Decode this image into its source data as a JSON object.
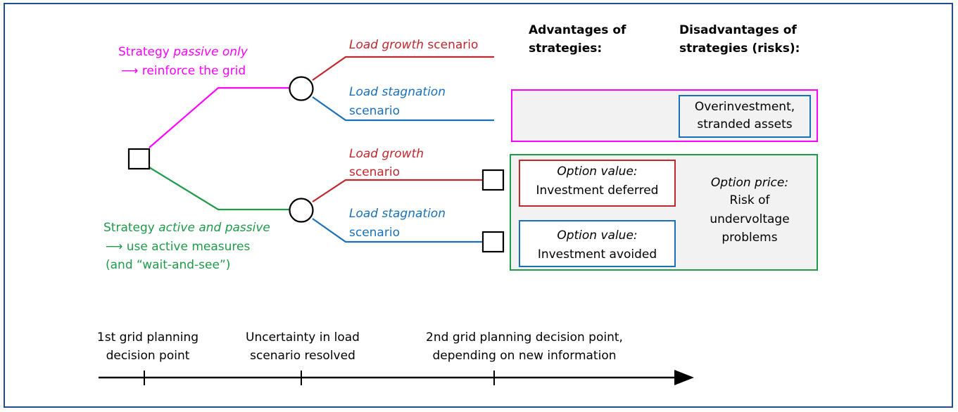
{
  "colors": {
    "frame": "#1f4e8c",
    "passive": "#ff00ff",
    "active": "#1e9a48",
    "growth": "#c0272d",
    "stagnation": "#1a70b8",
    "panel": "#f2f2f2"
  },
  "strategies": {
    "passive": {
      "prefix": "Strategy ",
      "name": "passive only",
      "arrow": "⟶",
      "action": "reinforce the grid"
    },
    "active": {
      "prefix": "Strategy ",
      "name": "active and passive",
      "arrow": "⟶",
      "action": "use active measures",
      "note": "(and “wait-and-see”)"
    }
  },
  "scenarios": {
    "upper_growth": {
      "italic": "Load growth",
      "rest": " scenario"
    },
    "upper_stagnation": {
      "line1": "Load stagnation",
      "line2": "scenario"
    },
    "lower_growth": {
      "line1": "Load growth",
      "line2": "scenario"
    },
    "lower_stagnation": {
      "line1": "Load stagnation",
      "line2": "scenario"
    }
  },
  "headers": {
    "advantages": [
      "Advantages of",
      "strategies:"
    ],
    "disadvantages": [
      "Disadvantages of",
      "strategies (risks):"
    ]
  },
  "outcomes": {
    "overinvestment": [
      "Overinvestment,",
      "stranded assets"
    ],
    "deferred": {
      "label": "Option value:",
      "text": "Investment deferred"
    },
    "avoided": {
      "label": "Option value:",
      "text": "Investment avoided"
    },
    "option_price": {
      "label": "Option price:",
      "lines": [
        "Risk of",
        "undervoltage",
        "problems"
      ]
    }
  },
  "timeline": {
    "points": [
      [
        "1st grid planning",
        "decision point"
      ],
      [
        "Uncertainty in load",
        "scenario resolved"
      ],
      [
        "2nd grid planning decision point,",
        "depending on new information"
      ]
    ]
  }
}
